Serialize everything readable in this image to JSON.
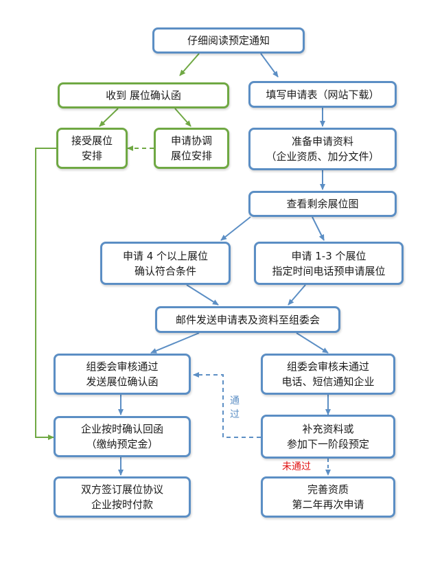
{
  "nodes": {
    "n1": [
      "仔细阅读预定通知"
    ],
    "n2": [
      "收到 展位确认函"
    ],
    "n3": [
      "填写申请表（网站下载）"
    ],
    "n4": [
      "接受展位",
      "安排"
    ],
    "n5": [
      "申请协调",
      "展位安排"
    ],
    "n6": [
      "准备申请资料",
      "（企业资质、加分文件）"
    ],
    "n7": [
      "查看剩余展位图"
    ],
    "n8": [
      "申请 4 个以上展位",
      "确认符合条件"
    ],
    "n9": [
      "申请 1-3 个展位",
      "指定时间电话预申请展位"
    ],
    "n10": [
      "邮件发送申请表及资料至组委会"
    ],
    "n11": [
      "组委会审核通过",
      "发送展位确认函"
    ],
    "n12": [
      "组委会审核未通过",
      "电话、短信通知企业"
    ],
    "n13": [
      "企业按时确认回函",
      "（缴纳预定金）"
    ],
    "n14": [
      "补充资料或",
      "参加下一阶段预定"
    ],
    "n15": [
      "双方签订展位协议",
      "企业按时付款"
    ],
    "n16": [
      "完善资质",
      "第二年再次申请"
    ]
  },
  "labels": {
    "pass": "通过",
    "fail": "未通过"
  },
  "colors": {
    "blue": "#5b8ec4",
    "green": "#6fa843",
    "red": "#e01010"
  }
}
